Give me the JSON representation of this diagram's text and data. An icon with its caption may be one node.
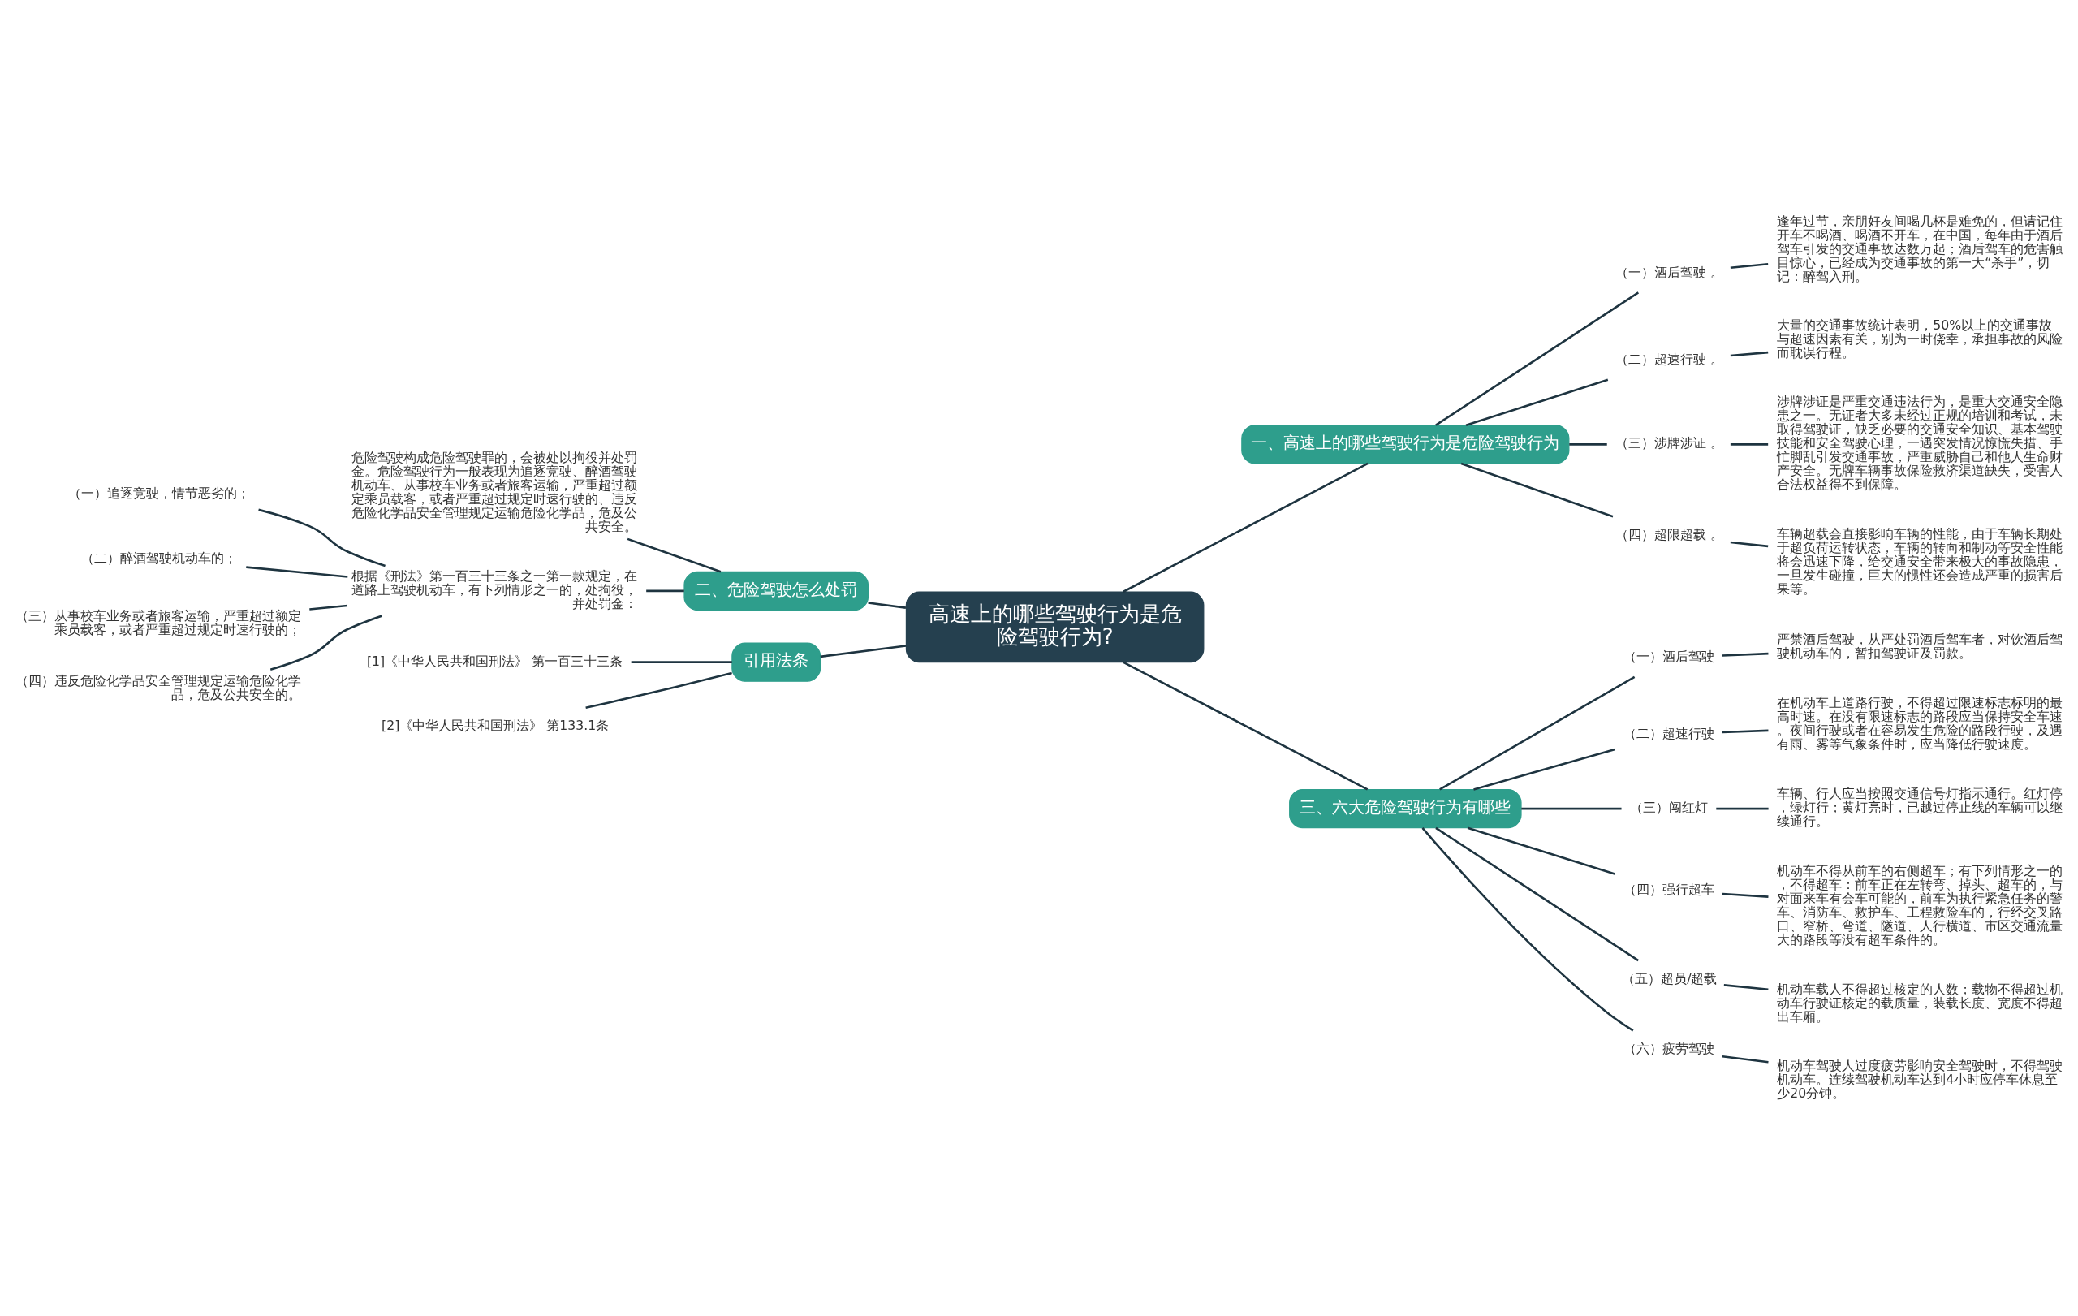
{
  "diagram": {
    "nodes": [
      {
        "text": [
          "高速上的哪些驾驶行为是危险驾驶行为?"
        ]
      },
      {
        "text": [
          "一、高速上的哪些驾驶行为是危险驾驶行为"
        ]
      },
      {
        "text": [
          "（一）酒后驾驶 。"
        ]
      },
      {
        "text": [
          "逢年过节，亲朋好友间喝几杯是难免的，但请记住开车不喝酒、喝酒不开车，在中国，每年由于酒后驾车引发的交通事故达数万起；酒后驾车的危害触目惊心，已经成为交通事故的第一大“杀手”，切记：醉驾入刑。"
        ]
      },
      {
        "text": [
          "（二）超速行驶 。"
        ]
      },
      {
        "text": [
          "大量的交通事故统计表明，50%以上的交通事故与超速因素有关，别为一时侥幸，承担事故的风险而耽误行程。"
        ]
      },
      {
        "text": [
          "（三）涉牌涉证 。"
        ]
      },
      {
        "text": [
          "涉牌涉证是严重交通违法行为，是重大交通安全隐患之一。无证者大多未经过正规的培训和考试，未取得驾驶证，缺乏必要的交通安全知识、基本驾驶技能和安全驾驶心理，一遇突发情况惊慌失措、手忙脚乱引发交通事故，严重威胁自己和他人生命财产安全。无牌车辆事故保险救济渠道缺失，受害人合法权益得不到保障。"
        ]
      },
      {
        "text": [
          "（四）超限超载 。"
        ]
      },
      {
        "text": [
          "车辆超载会直接影响车辆的性能，由于车辆长期处于超负荷运转状态，车辆的转向和制动等安全性能将会迅速下降，给交通安全带来极大的事故隐患，一旦发生碰撞，巨大的惯性还会造成严重的损害后果等。"
        ]
      },
      {
        "text": [
          "二、危险驾驶怎么处罚"
        ]
      },
      {
        "text": [
          "危险驾驶构成危险驾驶罪的，会被处以拘役并处罚金。危险驾驶行为一般表现为追逐竞驶、醉酒驾驶机动车、从事校车业务或者旅客运输，严重超过额定乘员载客，或者严重超过规定时速行驶的、违反危险化学品安全管理规定运输危险化学品，危及公共安全。"
        ]
      },
      {
        "text": [
          "根据《刑法》第一百三十三条之一第一款规定，在道路上驾驶机动车，有下列情形之一的，处拘役，并处罚金："
        ]
      },
      {
        "text": [
          "（一）追逐竞驶，情节恶劣的；"
        ]
      },
      {
        "text": [
          "（二）醉酒驾驶机动车的；"
        ]
      },
      {
        "text": [
          "（三）从事校车业务或者旅客运输，严重超过额定乘员载客，或者严重超过规定时速行驶的；"
        ]
      },
      {
        "text": [
          "（四）违反危险化学品安全管理规定运输危险化学品，危及公共安全的。"
        ]
      },
      {
        "text": [
          "三、六大危险驾驶行为有哪些"
        ]
      },
      {
        "text": [
          "（一）酒后驾驶"
        ]
      },
      {
        "text": [
          "严禁酒后驾驶，从严处罚酒后驾车者，对饮酒后驾驶机动车的，暂扣驾驶证及罚款。"
        ]
      },
      {
        "text": [
          "（二）超速行驶"
        ]
      },
      {
        "text": [
          "在机动车上道路行驶，不得超过限速标志标明的最高时速。在没有限速标志的路段应当保持安全车速。夜间行驶或者在容易发生危险的路段行驶，及遇有雨、雾等气象条件时，应当降低行驶速度。"
        ]
      },
      {
        "text": [
          "（三）闯红灯"
        ]
      },
      {
        "text": [
          "车辆、行人应当按照交通信号灯指示通行。红灯停，绿灯行；黄灯亮时，已越过停止线的车辆可以继续通行。"
        ]
      },
      {
        "text": [
          "（四）强行超车"
        ]
      },
      {
        "text": [
          "机动车不得从前车的右侧超车；有下列情形之一的，不得超车：前车正在左转弯、掉头、超车的，与对面来车有会车可能的，前车为执行紧急任务的警车、消防车、救护车、工程救险车的，行经交叉路口、窄桥、弯道、隧道、人行横道、市区交通流量大的路段等没有超车条件的。"
        ]
      },
      {
        "text": [
          "（五）超员/超载"
        ]
      },
      {
        "text": [
          "机动车载人不得超过核定的人数；载物不得超过机动车行驶证核定的载质量，装载长度、宽度不得超出车厢。"
        ]
      },
      {
        "text": [
          "（六）疲劳驾驶"
        ]
      },
      {
        "text": [
          "机动车驾驶人过度疲劳影响安全驾驶时，不得驾驶机动车。连续驾驶机动车达到4小时应停车休息至少20分钟。"
        ]
      },
      {
        "text": [
          "引用法条"
        ]
      },
      {
        "text": [
          "[1]《中华人民共和国刑法》 第一百三十三条"
        ]
      },
      {
        "text": [
          "[2]《中华人民共和国刑法》 第133.1条"
        ]
      }
    ],
    "edges": [
      {
        "from": 0,
        "to": 1,
        "arrow": "none"
      },
      {
        "from": 1,
        "to": 2,
        "arrow": "none"
      },
      {
        "from": 2,
        "to": 3,
        "arrow": "none"
      },
      {
        "from": 1,
        "to": 4,
        "arrow": "none"
      },
      {
        "from": 4,
        "to": 5,
        "arrow": "none"
      },
      {
        "from": 1,
        "to": 6,
        "arrow": "none"
      },
      {
        "from": 6,
        "to": 7,
        "arrow": "none"
      },
      {
        "from": 1,
        "to": 8,
        "arrow": "none"
      },
      {
        "from": 8,
        "to": 9,
        "arrow": "none"
      },
      {
        "from": 0,
        "to": 10,
        "arrow": "none"
      },
      {
        "from": 10,
        "to": 11,
        "arrow": "none"
      },
      {
        "from": 10,
        "to": 12,
        "arrow": "none"
      },
      {
        "from": 12,
        "to": 13,
        "arrow": "none"
      },
      {
        "from": 12,
        "to": 14,
        "arrow": "none"
      },
      {
        "from": 12,
        "to": 15,
        "arrow": "none"
      },
      {
        "from": 12,
        "to": 16,
        "arrow": "none"
      },
      {
        "from": 0,
        "to": 17,
        "arrow": "none"
      },
      {
        "from": 17,
        "to": 18,
        "arrow": "none"
      },
      {
        "from": 18,
        "to": 19,
        "arrow": "none"
      },
      {
        "from": 17,
        "to": 20,
        "arrow": "none"
      },
      {
        "from": 20,
        "to": 21,
        "arrow": "none"
      },
      {
        "from": 17,
        "to": 22,
        "arrow": "none"
      },
      {
        "from": 22,
        "to": 23,
        "arrow": "none"
      },
      {
        "from": 17,
        "to": 24,
        "arrow": "none"
      },
      {
        "from": 24,
        "to": 25,
        "arrow": "none"
      },
      {
        "from": 17,
        "to": 26,
        "arrow": "none"
      },
      {
        "from": 26,
        "to": 27,
        "arrow": "none"
      },
      {
        "from": 17,
        "to": 28,
        "arrow": "none"
      },
      {
        "from": 28,
        "to": 29,
        "arrow": "none"
      },
      {
        "from": 0,
        "to": 30,
        "arrow": "none"
      },
      {
        "from": 30,
        "to": 31,
        "arrow": "none"
      },
      {
        "from": 30,
        "to": 32,
        "arrow": "none"
      }
    ]
  }
}
